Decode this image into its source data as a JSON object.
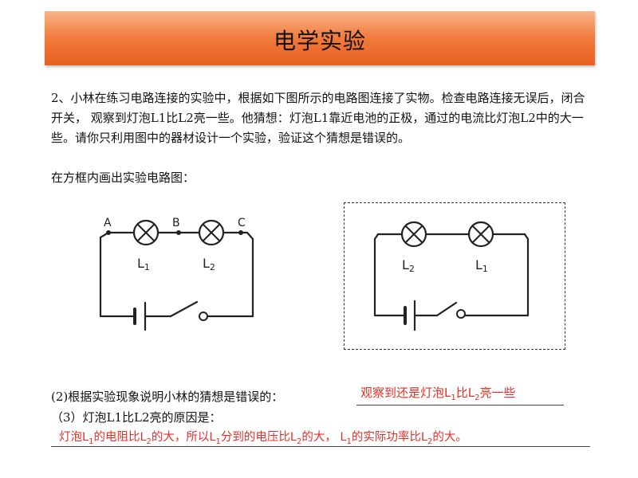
{
  "title": "电学实验",
  "question": "2、小林在练习电路连接的实验中，根据如下图所示的电路图连接了实物。检查电路连接无误后，闭合开关， 观察到灯泡L1比L2亮一些。他猜想：灯泡L1靠近电池的正极，通过的电流比灯泡L2中的大一些。请你只利用图中的器材设计一个实验，验证这个猜想是错误的。",
  "instruction": "在方框内画出实验电路图：",
  "left_circuit": {
    "point_a": "A",
    "point_b": "B",
    "point_c": "C",
    "lamp1_label": "L",
    "lamp1_sub": "1",
    "lamp2_label": "L",
    "lamp2_sub": "2"
  },
  "right_circuit": {
    "lamp1_label": "L",
    "lamp1_sub": "2",
    "lamp2_label": "L",
    "lamp2_sub": "1"
  },
  "q2": {
    "prompt": "(2)根据实验现象说明小林的猜想是错误的：",
    "answer_a": "观察到还是灯泡L",
    "answer_sub1": "1",
    "answer_b": "比L",
    "answer_sub2": "2",
    "answer_c": "亮一些"
  },
  "q3": {
    "prompt": "（3）灯泡L1比L2亮的原因是：",
    "a1": "灯泡L",
    "s1": "1",
    "a2": "的电阻比L",
    "s2": "2",
    "a3": "的大，所以L",
    "s3": "1",
    "a4": "分到的电压比L",
    "s4": "2",
    "a5": "的大， L",
    "s5": "1",
    "a6": "的实际功率比L",
    "s6": "2",
    "a7": "的大。"
  },
  "colors": {
    "banner": "#f17a3c",
    "answer": "#e0312b"
  }
}
